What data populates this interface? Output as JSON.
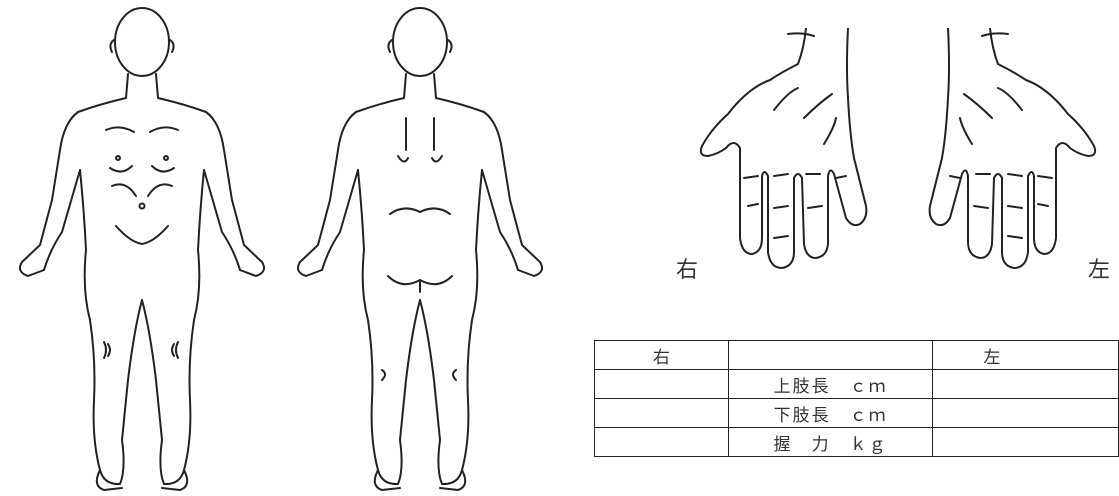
{
  "hands": {
    "label_right": "右",
    "label_left": "左"
  },
  "table": {
    "header": {
      "right": "右",
      "middle": "",
      "left": "左"
    },
    "rows": [
      {
        "label": "上肢長　ｃｍ",
        "right": "",
        "left": ""
      },
      {
        "label": "下肢長　ｃｍ",
        "right": "",
        "left": ""
      },
      {
        "label": "握　力　ｋｇ",
        "right": "",
        "left": ""
      }
    ]
  },
  "colors": {
    "line": "#222222",
    "background": "#ffffff"
  }
}
